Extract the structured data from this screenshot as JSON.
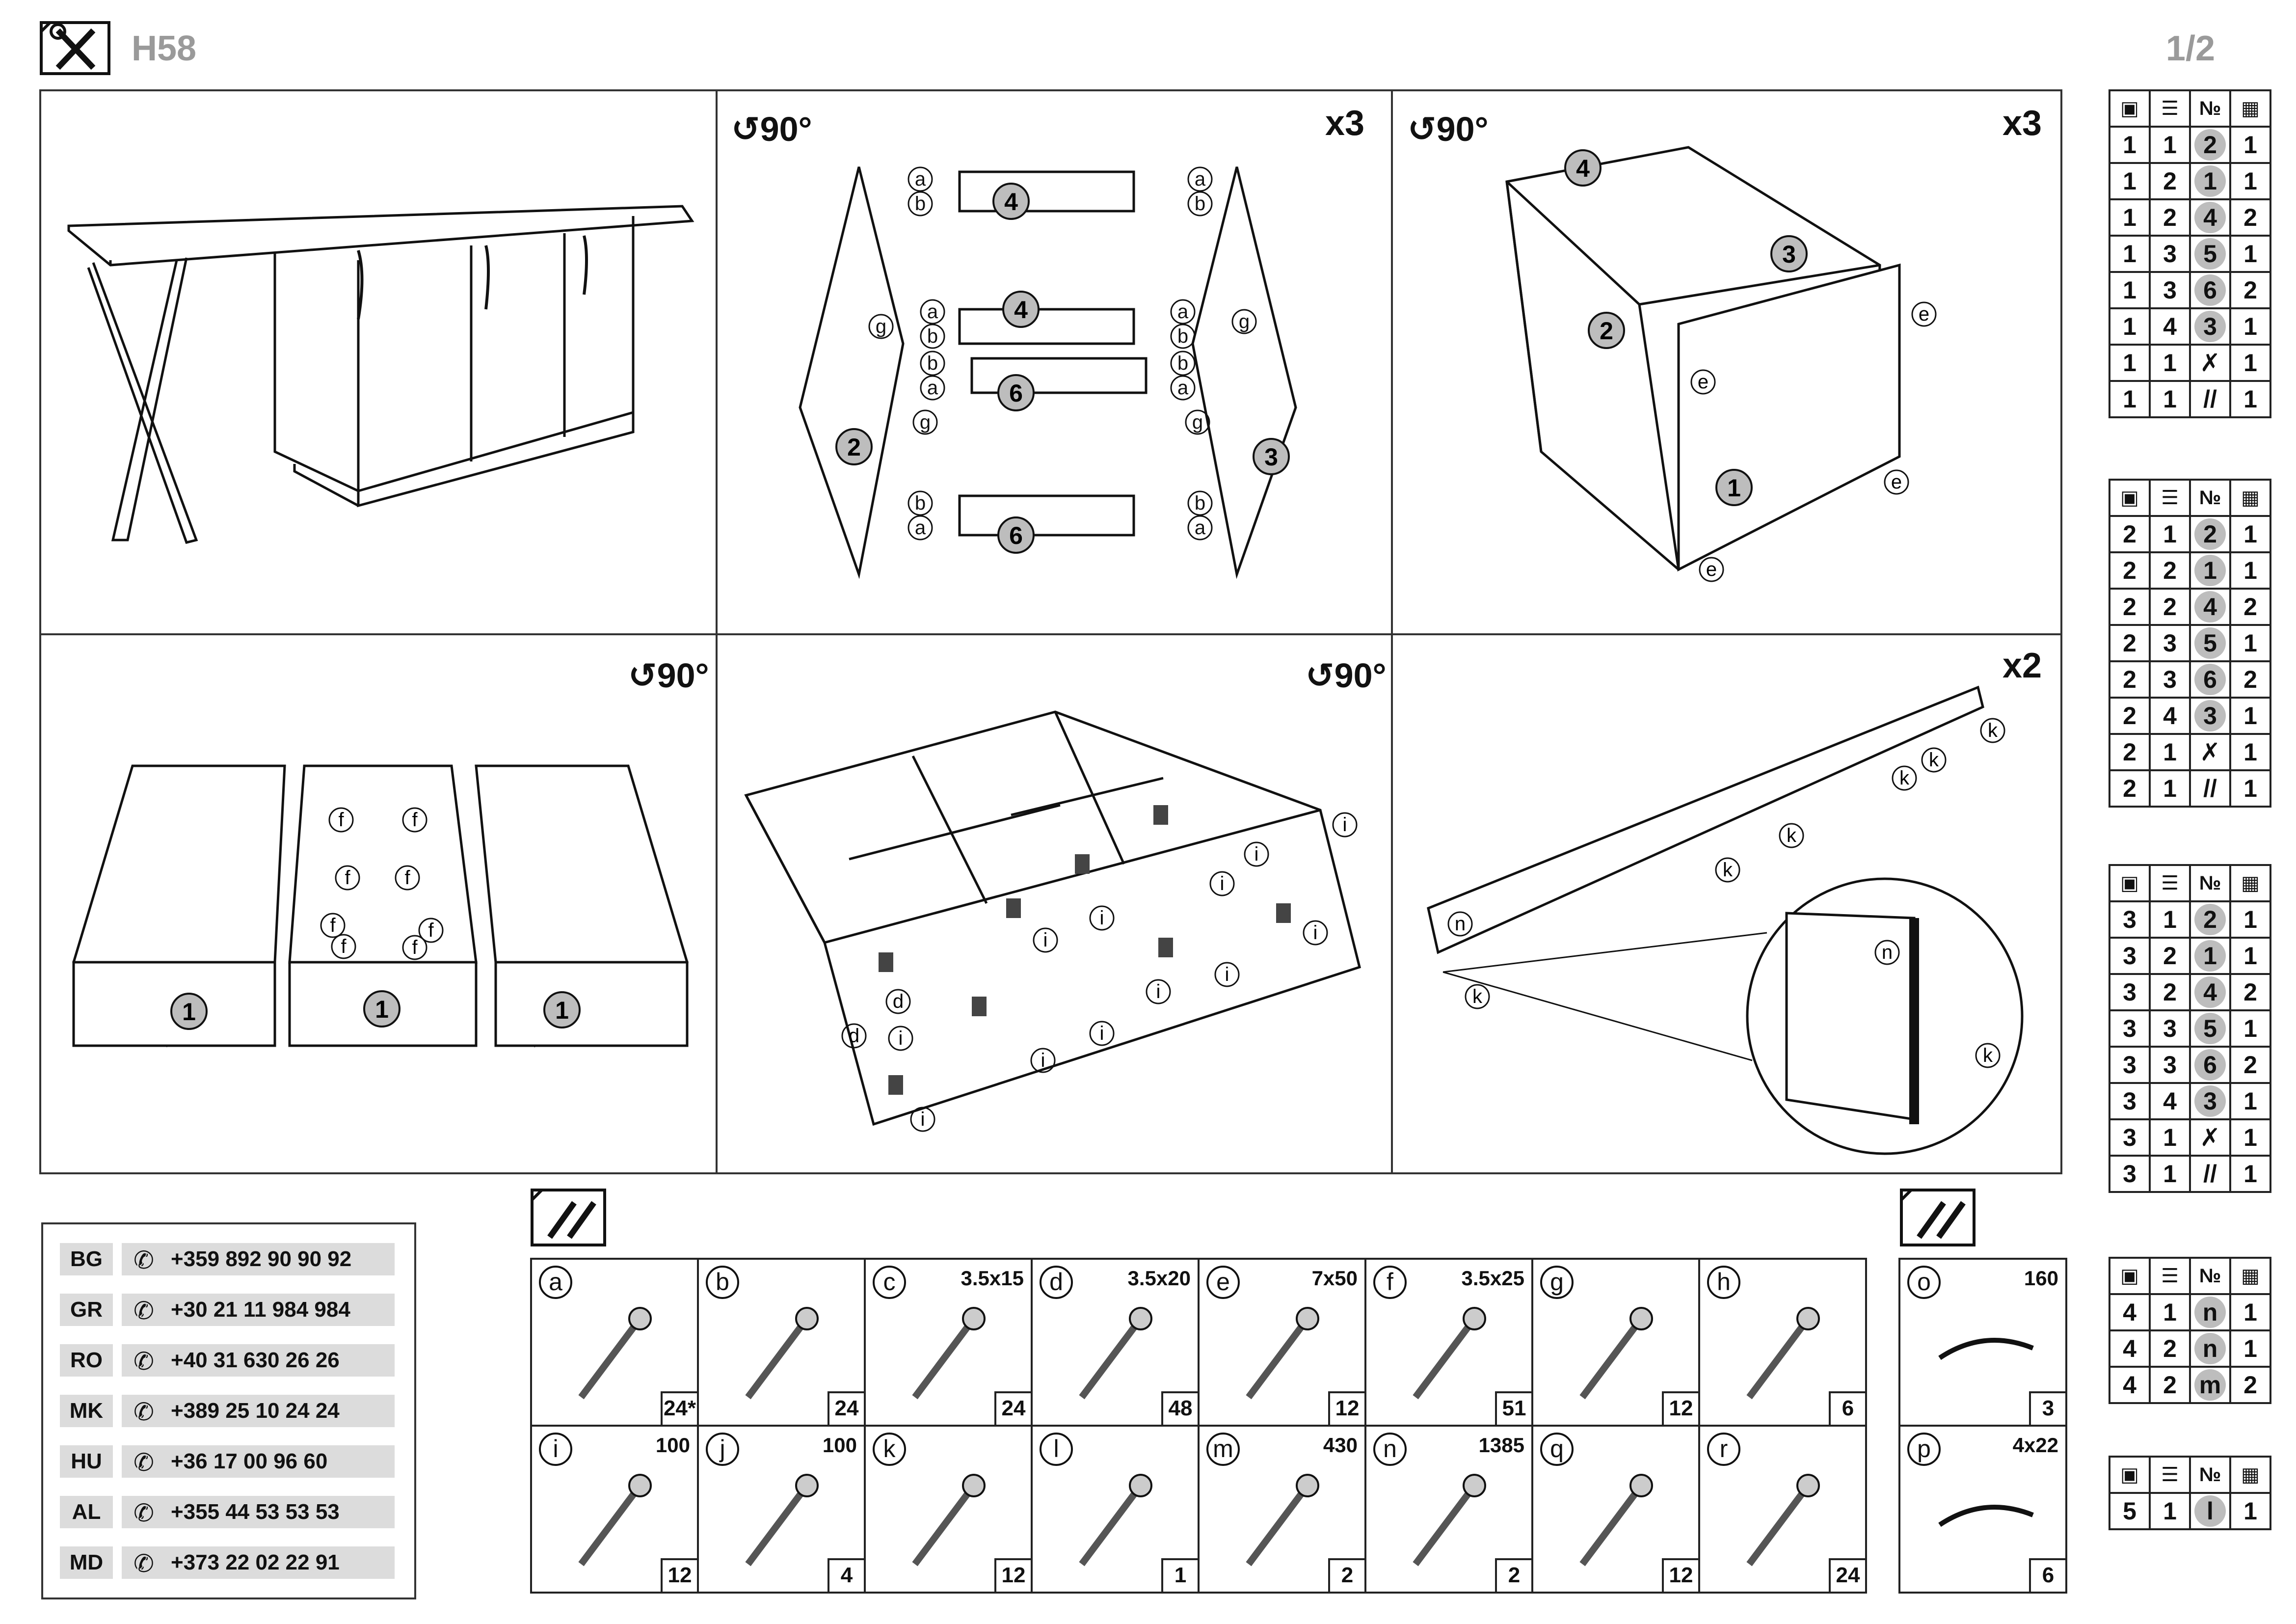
{
  "header": {
    "model": "H58",
    "page": "1/2"
  },
  "steps": [
    {
      "id": "s1",
      "rotate": "",
      "multiplier": ""
    },
    {
      "id": "s2",
      "rotate": "90°",
      "multiplier": "x3"
    },
    {
      "id": "s3",
      "rotate": "90°",
      "multiplier": "x3"
    },
    {
      "id": "s4",
      "rotate": "90°",
      "multiplier": ""
    },
    {
      "id": "s5",
      "rotate": "90°",
      "multiplier": ""
    },
    {
      "id": "s6",
      "rotate": "",
      "multiplier": "x2"
    }
  ],
  "parts_tables": [
    {
      "rows": [
        [
          "1",
          "1",
          "2",
          "1"
        ],
        [
          "1",
          "2",
          "1",
          "1"
        ],
        [
          "1",
          "2",
          "4",
          "2"
        ],
        [
          "1",
          "3",
          "5",
          "1"
        ],
        [
          "1",
          "3",
          "6",
          "2"
        ],
        [
          "1",
          "4",
          "3",
          "1"
        ],
        [
          "1",
          "1",
          "tools",
          "1"
        ],
        [
          "1",
          "1",
          "hardware",
          "1"
        ]
      ]
    },
    {
      "rows": [
        [
          "2",
          "1",
          "2",
          "1"
        ],
        [
          "2",
          "2",
          "1",
          "1"
        ],
        [
          "2",
          "2",
          "4",
          "2"
        ],
        [
          "2",
          "3",
          "5",
          "1"
        ],
        [
          "2",
          "3",
          "6",
          "2"
        ],
        [
          "2",
          "4",
          "3",
          "1"
        ],
        [
          "2",
          "1",
          "tools",
          "1"
        ],
        [
          "2",
          "1",
          "hardware",
          "1"
        ]
      ]
    },
    {
      "rows": [
        [
          "3",
          "1",
          "2",
          "1"
        ],
        [
          "3",
          "2",
          "1",
          "1"
        ],
        [
          "3",
          "2",
          "4",
          "2"
        ],
        [
          "3",
          "3",
          "5",
          "1"
        ],
        [
          "3",
          "3",
          "6",
          "2"
        ],
        [
          "3",
          "4",
          "3",
          "1"
        ],
        [
          "3",
          "1",
          "tools",
          "1"
        ],
        [
          "3",
          "1",
          "hardware",
          "1"
        ]
      ]
    },
    {
      "rows": [
        [
          "4",
          "1",
          "n",
          "1"
        ],
        [
          "4",
          "2",
          "n",
          "1"
        ],
        [
          "4",
          "2",
          "m",
          "2"
        ]
      ]
    },
    {
      "rows": [
        [
          "5",
          "1",
          "l",
          "1"
        ]
      ]
    }
  ],
  "table_header": {
    "col3": "№"
  },
  "contacts": [
    {
      "code": "BG",
      "phone": "+359 892 90 90 92"
    },
    {
      "code": "GR",
      "phone": "+30 21 11 984 984"
    },
    {
      "code": "RO",
      "phone": "+40 31 630 26 26"
    },
    {
      "code": "MK",
      "phone": "+389 25 10 24 24"
    },
    {
      "code": "HU",
      "phone": "+36 17 00 96 60"
    },
    {
      "code": "AL",
      "phone": "+355 44 53 53 53"
    },
    {
      "code": "MD",
      "phone": "+373 22 02 22 91"
    }
  ],
  "hardware": [
    {
      "letter": "a",
      "size": "",
      "qty": "24*",
      "icon": "cam-lock-bolt-icon"
    },
    {
      "letter": "b",
      "size": "",
      "qty": "24",
      "icon": "wood-dowel-icon"
    },
    {
      "letter": "c",
      "size": "3.5x15",
      "qty": "24",
      "icon": "screw-icon"
    },
    {
      "letter": "d",
      "size": "3.5x20",
      "qty": "48",
      "icon": "screw-icon"
    },
    {
      "letter": "e",
      "size": "7x50",
      "qty": "12",
      "icon": "confirmat-screw-icon"
    },
    {
      "letter": "f",
      "size": "3.5x25",
      "qty": "51",
      "icon": "screw-icon"
    },
    {
      "letter": "g",
      "size": "",
      "qty": "12",
      "icon": "shelf-pin-icon"
    },
    {
      "letter": "h",
      "size": "",
      "qty": "6",
      "icon": "hinge-icon"
    },
    {
      "letter": "i",
      "size": "100",
      "qty": "12",
      "icon": "adjustable-leg-icon"
    },
    {
      "letter": "j",
      "size": "100",
      "qty": "4",
      "icon": "corner-profile-icon"
    },
    {
      "letter": "k",
      "size": "",
      "qty": "12",
      "icon": "plinth-clip-icon"
    },
    {
      "letter": "l",
      "size": "",
      "qty": "1",
      "icon": "x-leg-frame-icon"
    },
    {
      "letter": "m",
      "size": "430",
      "qty": "2",
      "icon": "plinth-panel-icon"
    },
    {
      "letter": "n",
      "size": "1385",
      "qty": "2",
      "icon": "plinth-panel-icon"
    },
    {
      "letter": "q",
      "size": "",
      "qty": "12",
      "icon": "glide-pad-icon"
    },
    {
      "letter": "r",
      "size": "",
      "qty": "24",
      "icon": "felt-pad-icon"
    }
  ],
  "hardware_extra": [
    {
      "letter": "o",
      "size": "160",
      "qty": "3",
      "icon": "handle-icon"
    },
    {
      "letter": "p",
      "size": "4x22",
      "qty": "6",
      "icon": "handle-screw-icon"
    }
  ]
}
